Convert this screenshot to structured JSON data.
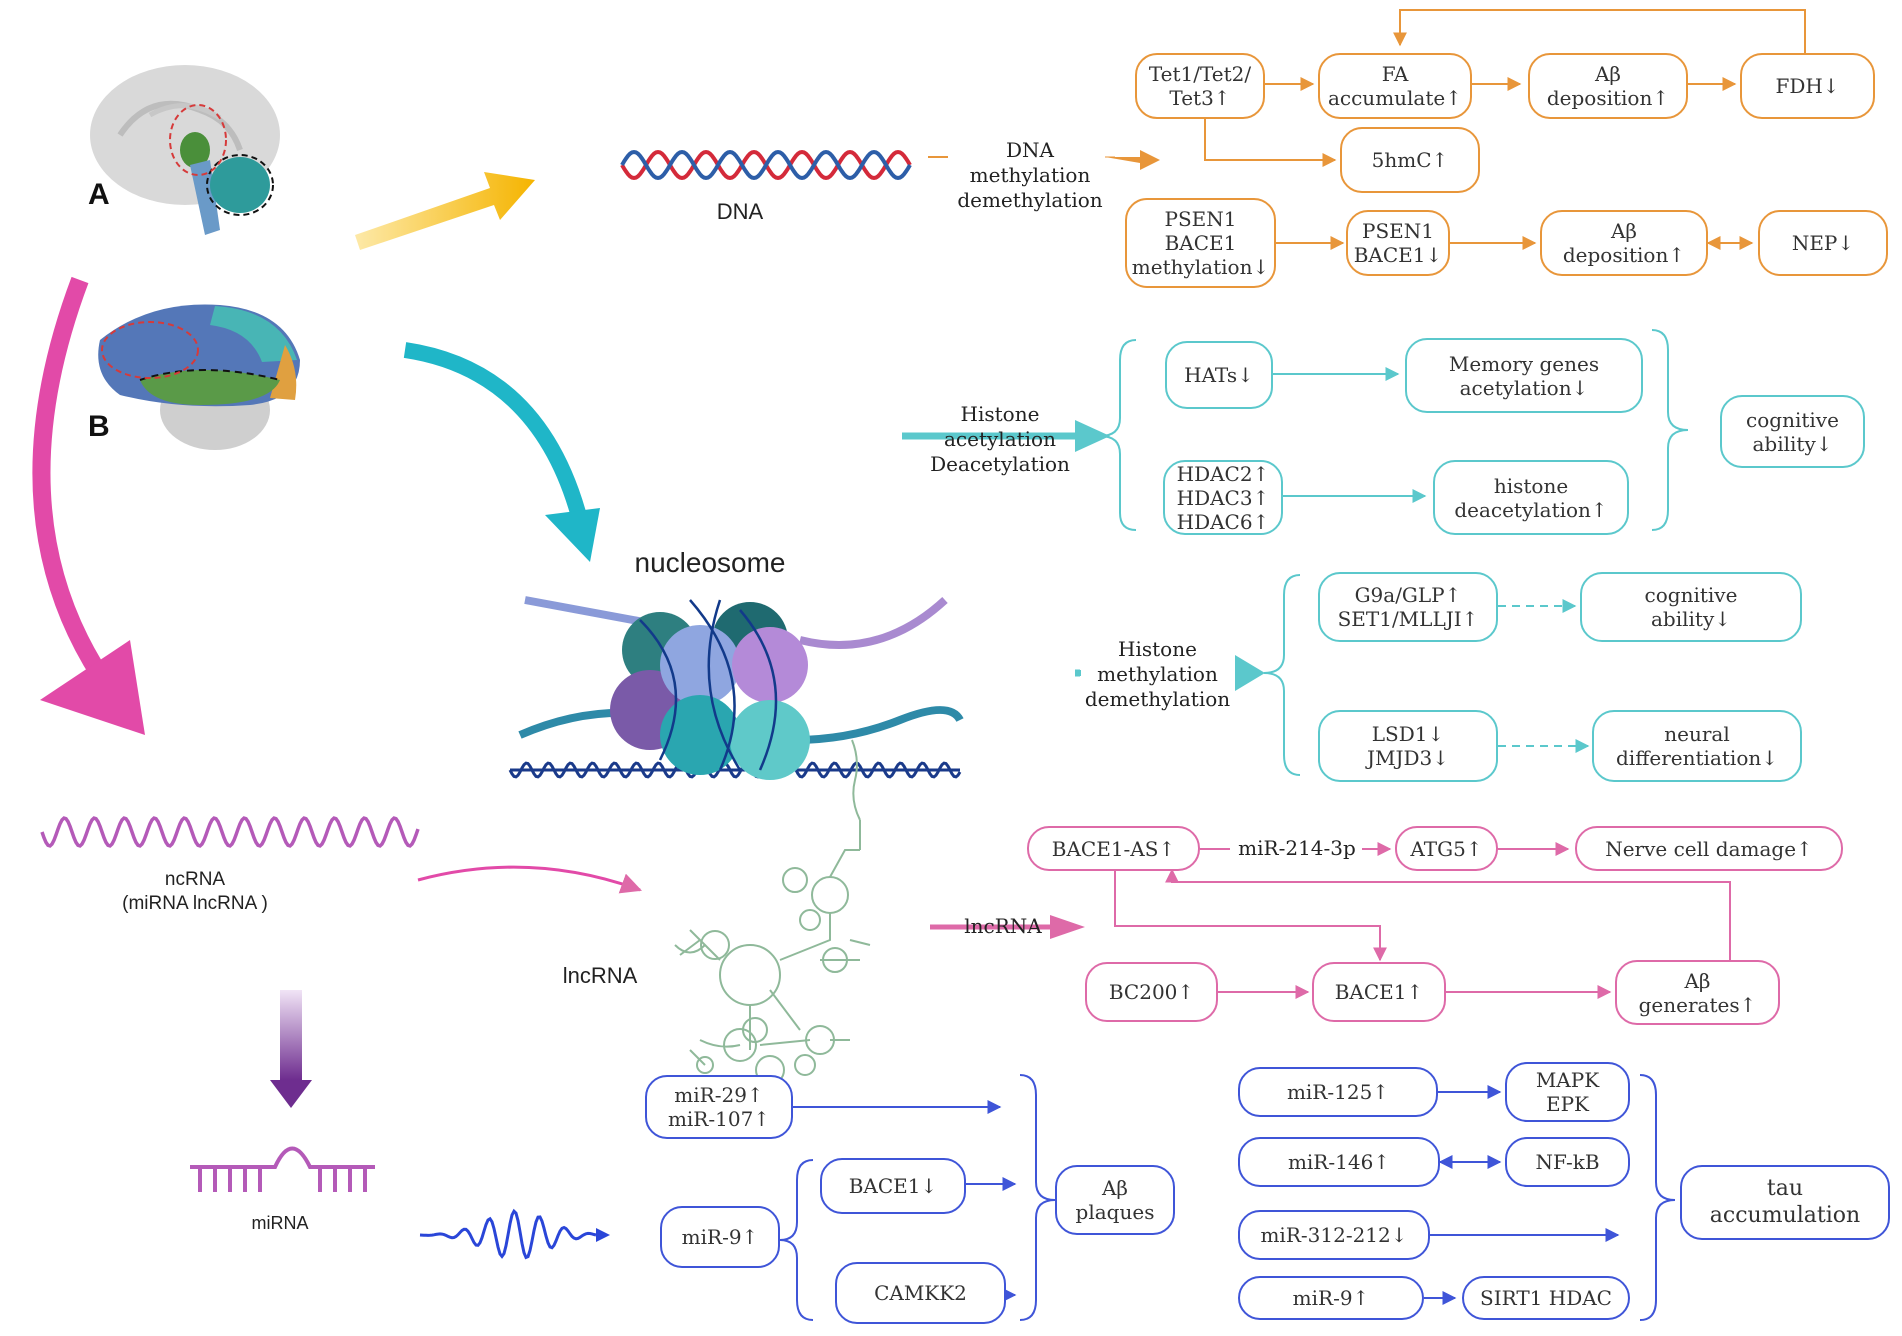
{
  "panels": {
    "a": "A",
    "b": "B"
  },
  "labels": {
    "dna": "DNA",
    "dna_methylation": "DNA methylation\ndemethylation",
    "nucleosome": "nucleosome",
    "histone_acetylation": "Histone\nacetylation\nDeacetylation",
    "histone_methylation": "Histone\nmethylation\ndemethylation",
    "ncrna": "ncRNA\n(miRNA  lncRNA )",
    "lncrna_structure": "lncRNA",
    "lncrna_arrow": "lncRNA",
    "mirna": "miRNA",
    "mir214": "miR-214-3p"
  },
  "dna_methylation_nodes": {
    "tet": "Tet1/Tet2/\nTet3↑",
    "fa": "FA\naccumulate↑",
    "abeta_dep1": "Aβ\ndeposition↑",
    "fdh": "FDH↓",
    "hmc": "5hmC↑",
    "psen_meth": "PSEN1\nBACE1\nmethylation↓",
    "psen_bace": "PSEN1\nBACE1↓",
    "abeta_dep2": "Aβ\ndeposition↑",
    "nep": "NEP↓"
  },
  "histone_acetylation_nodes": {
    "hats": "HATs↓",
    "memory": "Memory genes\nacetylation↓",
    "hdac": "HDAC2↑\nHDAC3↑\nHDAC6↑",
    "deacetylation": "histone\ndeacetylation↑",
    "cognitive": "cognitive\nability↓"
  },
  "histone_methylation_nodes": {
    "g9a": "G9a/GLP↑\nSET1/MLLJI↑",
    "cognitive": "cognitive\nability↓",
    "lsd1": "LSD1↓\nJMJD3↓",
    "neural": "neural\ndifferentiation↓"
  },
  "lncrna_nodes": {
    "bace1as": "BACE1-AS↑",
    "atg5": "ATG5↑",
    "nerve": "Nerve cell damage↑",
    "bc200": "BC200↑",
    "bace1": "BACE1↑",
    "abeta_gen": "Aβ\ngenerates↑"
  },
  "mirna_abeta_nodes": {
    "mir29": "miR-29↑\nmiR-107↑",
    "mir9": "miR-9↑",
    "bace1_down": "BACE1↓",
    "camkk2": "CAMKK2",
    "plaques": "Aβ\nplaques"
  },
  "mirna_tau_nodes": {
    "mir125": "miR-125↑",
    "mapk": "MAPK\nEPK",
    "mir146": "miR-146↑",
    "nfkb": "NF-kB",
    "mir312": "miR-312-212↓",
    "mir9": "miR-9↑",
    "sirt1": "SIRT1 HDAC",
    "tau": "tau\naccumulation"
  },
  "colors": {
    "dna_methylation": "#e8963a",
    "histone_acetylation": "#5bc8cc",
    "histone_methylation": "#5bc8cc",
    "lncrna": "#de6aa8",
    "mirna": "#3f55d8",
    "yellow_arrow": "#f5b400",
    "teal_arrow": "#1fb6c8",
    "magenta_arrow": "#e24aa8",
    "purple_arrow": "#7b3a9c"
  },
  "illustrations": [
    "brain-sagittal-icon",
    "brain-lateral-icon",
    "dna-double-helix-icon",
    "nucleosome-icon",
    "ncrna-strand-icon",
    "lncrna-structure-icon",
    "mirna-hairpin-icon",
    "rna-wave-icon"
  ]
}
